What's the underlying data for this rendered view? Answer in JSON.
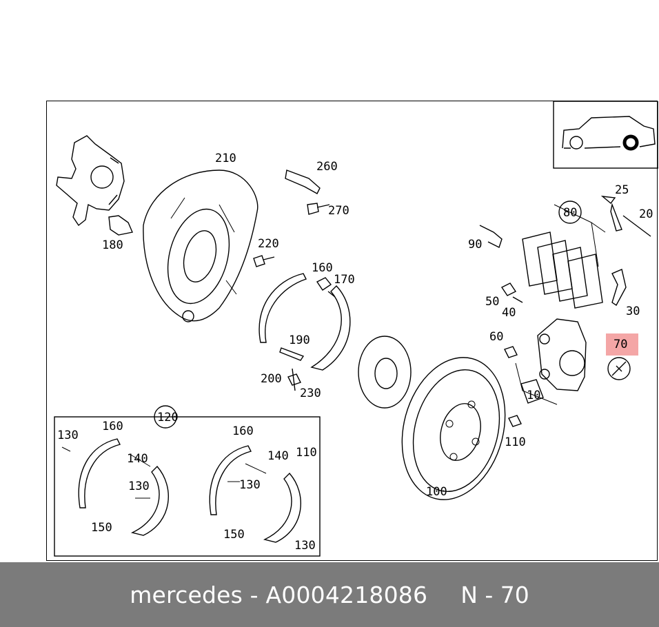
{
  "diagram": {
    "callouts": [
      {
        "id": "c210",
        "text": "210"
      },
      {
        "id": "c260",
        "text": "260"
      },
      {
        "id": "c270",
        "text": "270"
      },
      {
        "id": "c180",
        "text": "180"
      },
      {
        "id": "c220",
        "text": "220"
      },
      {
        "id": "c160a",
        "text": "160"
      },
      {
        "id": "c170",
        "text": "170"
      },
      {
        "id": "c190",
        "text": "190"
      },
      {
        "id": "c200",
        "text": "200"
      },
      {
        "id": "c230",
        "text": "230"
      },
      {
        "id": "c25",
        "text": "25"
      },
      {
        "id": "c20",
        "text": "20"
      },
      {
        "id": "c80",
        "text": "80"
      },
      {
        "id": "c90",
        "text": "90"
      },
      {
        "id": "c50",
        "text": "50"
      },
      {
        "id": "c40",
        "text": "40"
      },
      {
        "id": "c30",
        "text": "30"
      },
      {
        "id": "c60",
        "text": "60"
      },
      {
        "id": "c70",
        "text": "70"
      },
      {
        "id": "c10",
        "text": "10"
      },
      {
        "id": "c110a",
        "text": "110"
      },
      {
        "id": "c100",
        "text": "100"
      },
      {
        "id": "c120",
        "text": "120"
      },
      {
        "id": "c130a",
        "text": "130"
      },
      {
        "id": "c160b",
        "text": "160"
      },
      {
        "id": "c160c",
        "text": "160"
      },
      {
        "id": "c110b",
        "text": "110"
      },
      {
        "id": "c140a",
        "text": "140"
      },
      {
        "id": "c140b",
        "text": "140"
      },
      {
        "id": "c130b",
        "text": "130"
      },
      {
        "id": "c130c",
        "text": "130"
      },
      {
        "id": "c150a",
        "text": "150"
      },
      {
        "id": "c150b",
        "text": "150"
      },
      {
        "id": "c130d",
        "text": "130"
      }
    ],
    "highlight_color": "#f4a6a6"
  },
  "footer": {
    "title": "mercedes - A0004218086",
    "ref": "N - 70"
  }
}
